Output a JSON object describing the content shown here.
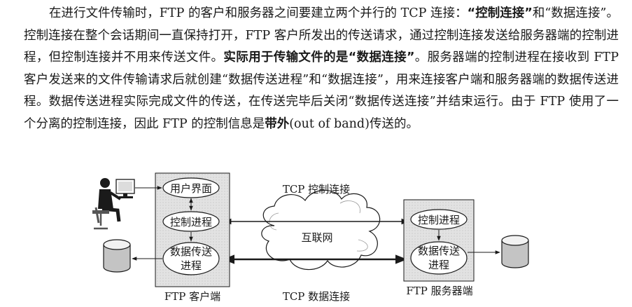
{
  "paragraph": {
    "p1": "在进行文件传输时，FTP 的客户和服务器之间要建立两个并行的 TCP 连接：",
    "b1": "“控制连接”",
    "p2": "和“数据连接”。控制连接在整个会话期间一直保持打开，FTP 客户所发出的传送请求，通过控制连接发送给服务器端的控制进程，但控制连接并不用来传送文件。",
    "b2": "实际用于传输文件的是“数据连接”",
    "p3": "。服务器端的控制进程在接收到 FTP 客户发送来的文件传输请求后就创建“数据传送进程”和“数据连接”，用来连接客户端和服务器端的数据传送进程。数据传送进程实际完成文件的传送，在传送完毕后关闭“数据传送连接”并结束运行。由于 FTP 使用了一个分离的控制连接，因此 FTP 的控制信息是",
    "b3": "带外",
    "p4": "(out of band)传送的。"
  },
  "diagram": {
    "client": {
      "ui": "用户界面",
      "control": "控制进程",
      "data_line1": "数据传送",
      "data_line2": "进程",
      "label": "FTP 客户端"
    },
    "server": {
      "control": "控制进程",
      "data_line1": "数据传送",
      "data_line2": "进程",
      "label": "FTP 服务器端"
    },
    "internet": "互联网",
    "control_conn": "TCP 控制连接",
    "data_conn": "TCP 数据连接",
    "colors": {
      "box": "#e2e2e2",
      "line": "#1a1a1a"
    }
  }
}
